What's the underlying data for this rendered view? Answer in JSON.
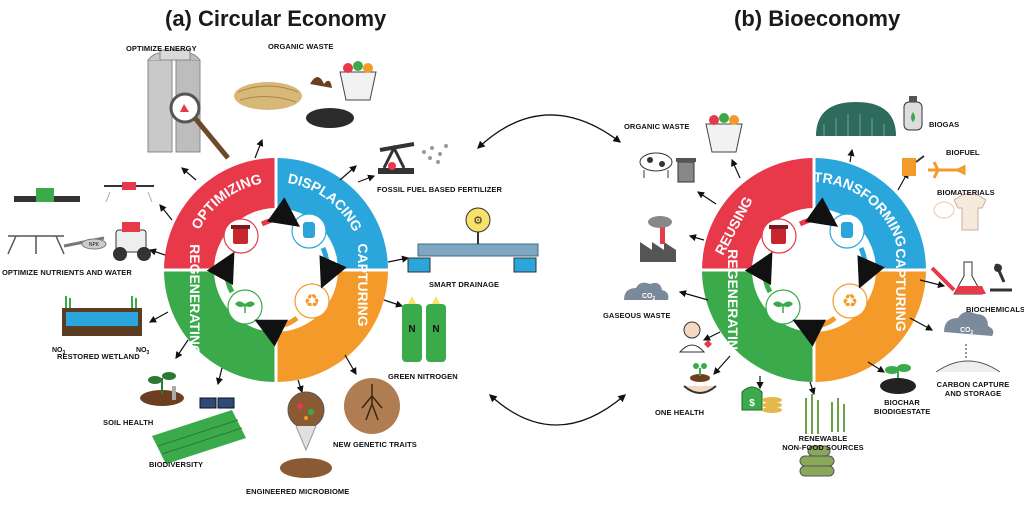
{
  "titles": {
    "circular": "(a) Circular Economy",
    "bio": "(b) Bioeconomy"
  },
  "circular": {
    "segments": [
      "OPTIMIZING",
      "DISPLACING",
      "CAPTURING",
      "REGENERATING"
    ],
    "labels": {
      "optimize_energy": "OPTIMIZE ENERGY",
      "organic_waste": "ORGANIC WASTE",
      "fossil_fertilizer": "FOSSIL FUEL BASED FERTILIZER",
      "smart_drainage": "SMART DRAINAGE",
      "green_nitrogen": "GREEN NITROGEN",
      "new_genetic_traits": "NEW GENETIC TRAITS",
      "engineered_microbiome": "ENGINEERED MICROBIOME",
      "biodiversity": "BIODIVERSITY",
      "soil_health": "SOIL HEALTH",
      "restored_wetland": "RESTORED WETLAND",
      "optimize_nutrients": "OPTIMIZE NUTRIENTS AND WATER",
      "no3": "NO",
      "no3_sub": "3",
      "npk": "NPK"
    }
  },
  "bio": {
    "segments": [
      "REUSING",
      "TRANSFORMING",
      "CAPTURING",
      "REGENERATING"
    ],
    "labels": {
      "organic_waste": "ORGANIC WASTE",
      "biogas": "BIOGAS",
      "biofuel": "BIOFUEL",
      "biomaterials": "BIOMATERIALS",
      "biochemicals": "BIOCHEMICALS",
      "carbon_capture_1": "CARBON CAPTURE",
      "carbon_capture_2": "AND STORAGE",
      "biochar_1": "BIOCHAR",
      "biochar_2": "BIODIGESTATE",
      "renewable_1": "RENEWABLE",
      "renewable_2": "NON-FOOD SOURCES",
      "one_health": "ONE HEALTH",
      "gaseous_waste": "GASEOUS WASTE",
      "co2": "CO",
      "co2_sub": "2",
      "n_letter": "N"
    }
  },
  "colors": {
    "red": "#e8394a",
    "blue": "#2aa6dc",
    "orange": "#f39a2b",
    "green": "#3aaa4a",
    "ring_gap": "#ffffff"
  },
  "icons": [
    "silo-icon",
    "magnifier-icon",
    "organic-waste-icon",
    "basket-icon",
    "oil-pump-icon",
    "drainage-pipe-icon",
    "lightbulb-icon",
    "nitrogen-tanks-icon",
    "root-soil-icon",
    "microbiome-soil-icon",
    "solar-panel-icon",
    "field-icon",
    "plant-soil-icon",
    "wetland-icon",
    "tractor-icon",
    "drone-icon",
    "sprinkler-icon",
    "cow-icon",
    "trash-bin-icon",
    "factory-icon",
    "co2-cloud-icon",
    "person-icon",
    "hands-plant-icon",
    "money-icon",
    "reeds-icon",
    "logs-icon",
    "biochar-icon",
    "biogas-dome-icon",
    "gas-bottle-icon",
    "fuel-nozzle-icon",
    "plane-icon",
    "tshirt-icon",
    "flask-icon",
    "syringe-icon",
    "microscope-icon",
    "recycle-icon",
    "double-arrow-icon"
  ]
}
